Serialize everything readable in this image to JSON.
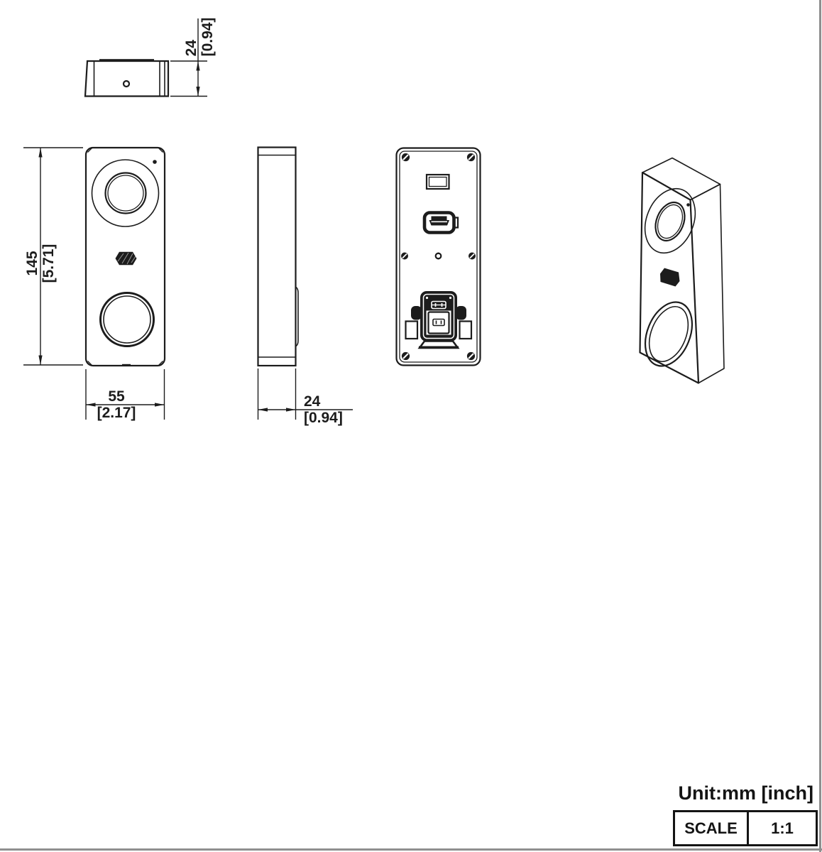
{
  "title_block": {
    "unit_label": "Unit:mm [inch]",
    "scale_label": "SCALE",
    "scale_value": "1:1"
  },
  "dimensions": {
    "front_height": {
      "mm": "145",
      "inch": "[5.71]"
    },
    "front_width": {
      "mm": "55",
      "inch": "[2.17]"
    },
    "top_depth": {
      "mm": "24",
      "inch": "[0.94]"
    },
    "side_depth": {
      "mm": "24",
      "inch": "[0.94]"
    }
  },
  "colors": {
    "line": "#1c1c1c",
    "sheet_border": "#8f8f8f"
  }
}
